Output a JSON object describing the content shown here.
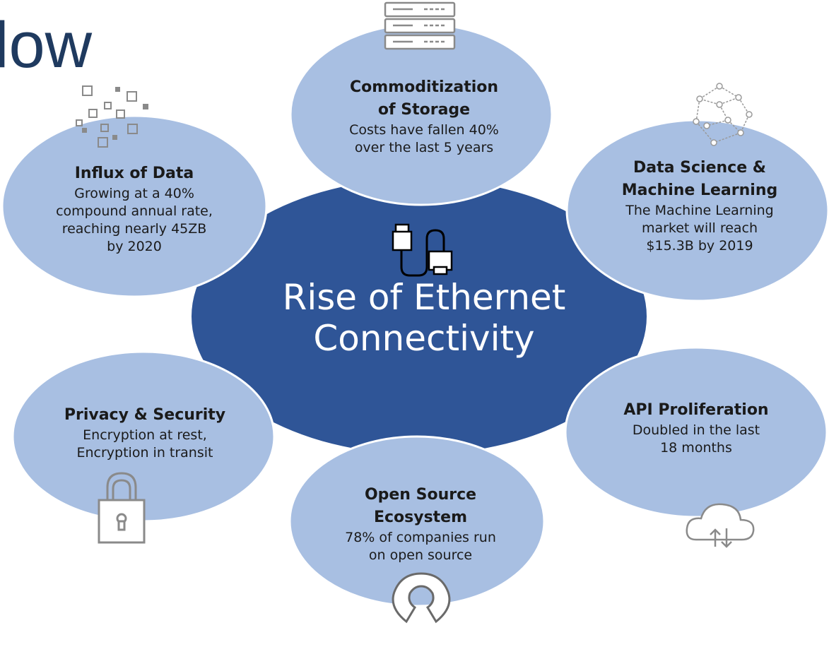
{
  "page": {
    "title": "low"
  },
  "center": {
    "line1": "Rise of Ethernet",
    "line2": "Connectivity"
  },
  "bubbles": {
    "storage": {
      "title_line1": "Commoditization",
      "title_line2": "of Storage",
      "desc_line1": "Costs have fallen 40%",
      "desc_line2": "over the last 5 years",
      "icon": "server-rack-icon"
    },
    "data": {
      "title": "Influx of Data",
      "desc_line1": "Growing at a 40%",
      "desc_line2": "compound annual rate,",
      "desc_line3": "reaching nearly 45ZB",
      "desc_line4": "by 2020",
      "icon": "data-squares-icon"
    },
    "ds": {
      "title_line1": "Data Science &",
      "title_line2": "Machine Learning",
      "desc_line1": "The Machine Learning",
      "desc_line2": "market will reach",
      "desc_line3": "$15.3B by 2019",
      "icon": "network-graph-icon"
    },
    "privacy": {
      "title": "Privacy & Security",
      "desc_line1": "Encryption at rest,",
      "desc_line2": "Encryption in transit",
      "icon": "padlock-icon"
    },
    "api": {
      "title": "API Proliferation",
      "desc_line1": "Doubled in the last",
      "desc_line2": "18 months",
      "icon": "cloud-sync-icon"
    },
    "open": {
      "title_line1": "Open Source",
      "title_line2": "Ecosystem",
      "desc_line1": "78% of companies run",
      "desc_line2": "on open source",
      "icon": "open-source-icon"
    }
  },
  "center_icon": "ethernet-cable-icon",
  "colors": {
    "center_fill": "#2f5597",
    "bubble_fill": "#a8bfe2",
    "bubble_stroke": "#ffffff",
    "title_color": "#1f3a5f",
    "icon_gray": "#7a7a7a"
  }
}
